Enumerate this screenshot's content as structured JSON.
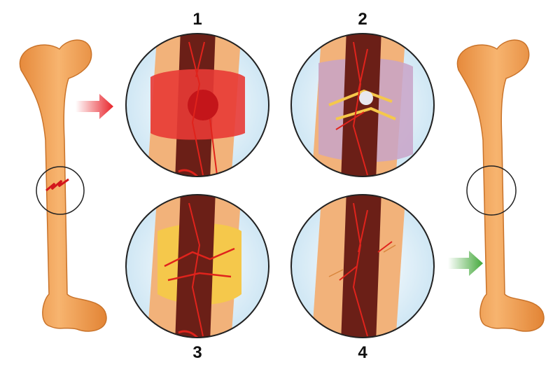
{
  "stages": [
    {
      "number": "1"
    },
    {
      "number": "2"
    },
    {
      "number": "3"
    },
    {
      "number": "4"
    }
  ],
  "colors": {
    "bone": "#f2a45a",
    "bone_shadow": "#d9853c",
    "marrow": "#6b1f17",
    "blood": "#e0231c",
    "sky": "#cfe6f3",
    "hematoma": "#e83a35",
    "soft_callus": "#c8a3c8",
    "hard_callus": "#f5c84b",
    "arrow_in": "#e8232a",
    "arrow_out": "#4caf3a"
  },
  "icons": {
    "in_arrow": "arrow-right-icon",
    "out_arrow": "arrow-right-icon"
  }
}
